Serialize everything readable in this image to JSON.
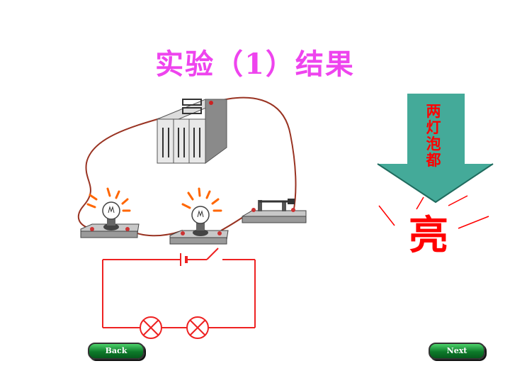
{
  "slide": {
    "title": "实验（1）结果",
    "arrow_label": "两\n灯\n泡\n都",
    "result": "亮"
  },
  "nav": {
    "back_label": "Back",
    "next_label": "Next"
  },
  "colors": {
    "title": "#ee44ee",
    "wire": "#993322",
    "arrow_fill": "#44aa99",
    "result": "#ff0000",
    "glow": "#ff6600"
  }
}
